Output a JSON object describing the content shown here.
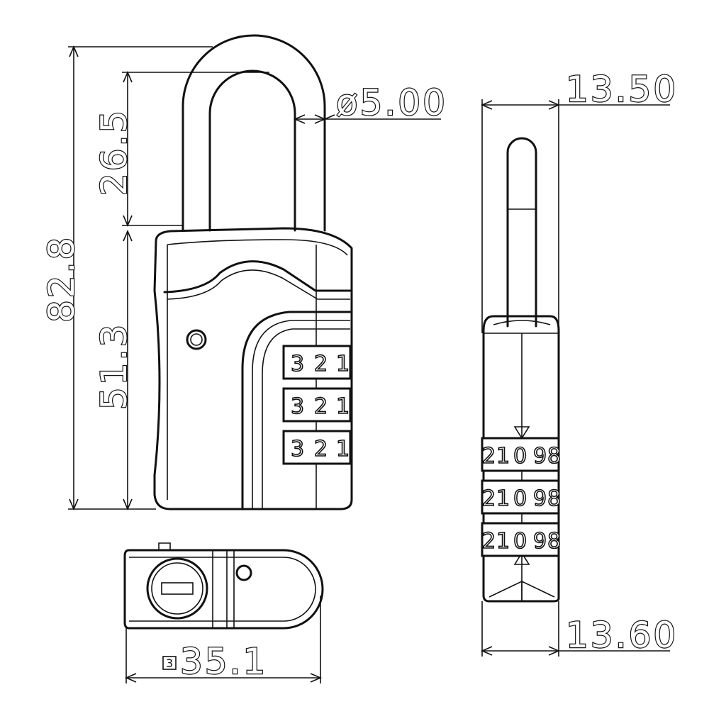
{
  "dimensions": {
    "overall_height": "82.8",
    "shackle_clearance": "26.5",
    "body_height": "51.3",
    "shackle_diameter": "ø5.00",
    "side_top_thickness": "13.50",
    "side_bottom_thickness": "13.60",
    "body_width": "35.1",
    "width_badge": "3"
  },
  "front_view": {
    "wheels": [
      {
        "digits": [
          "3",
          "2",
          "1"
        ]
      },
      {
        "digits": [
          "3",
          "2",
          "1"
        ]
      },
      {
        "digits": [
          "3",
          "2",
          "1"
        ]
      }
    ]
  },
  "side_view": {
    "wheels": [
      {
        "digits": [
          "2",
          "1",
          "0",
          "9",
          "8"
        ]
      },
      {
        "digits": [
          "2",
          "1",
          "0",
          "9",
          "8"
        ]
      },
      {
        "digits": [
          "2",
          "1",
          "0",
          "9",
          "8"
        ]
      }
    ]
  },
  "colors": {
    "line": "#111111",
    "background": "#ffffff"
  }
}
